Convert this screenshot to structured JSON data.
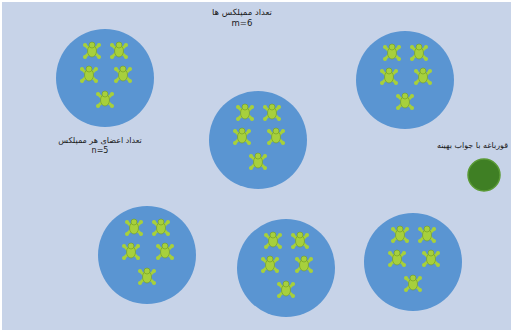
{
  "diagram": {
    "nodes": [
      {
        "text": [
          "تعداد اعضای هر ممپلکس",
          "n=5"
        ]
      },
      {
        "text": [
          "قورباغه با جواب بهینه"
        ]
      }
    ],
    "labels": [
      "تعداد ممپلکس ها",
      "m=6"
    ]
  }
}
